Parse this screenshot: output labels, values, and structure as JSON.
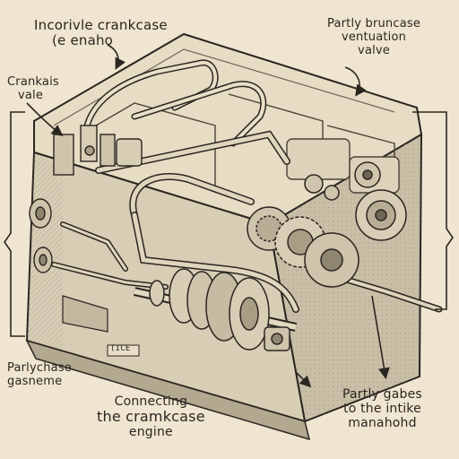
{
  "labels": {
    "top_left_line1": "Incorivle crankcase",
    "top_left_line2": "(e enaho",
    "left_upper_line1": "Crankais",
    "left_upper_line2": "vale",
    "top_right_line1": "Partly bruncase",
    "top_right_line2": "ventuation",
    "top_right_line3": "valve",
    "bottom_left_line1": "Parlychase",
    "bottom_left_line2": "gasneme",
    "bottom_center_line1": "Connecting",
    "bottom_center_line2": "the cramkcase",
    "bottom_center_line3": "engine",
    "bottom_right_line1": "Partly gabes",
    "bottom_right_line2": "to the intike",
    "bottom_right_line3": "manahohd",
    "plate": "(ICE"
  },
  "colors": {
    "paper": "#efe5d0",
    "ink": "#2a2620",
    "block_top": "#e7dcc4",
    "block_side": "#c9bea6",
    "block_front": "#b3a890"
  }
}
